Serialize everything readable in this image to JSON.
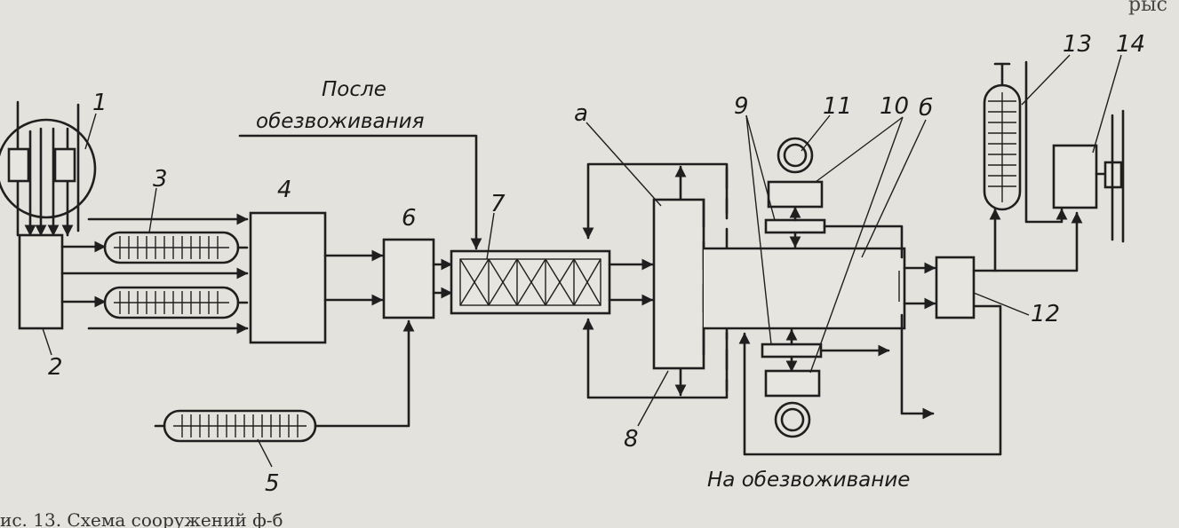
{
  "labels": {
    "n1": "1",
    "n2": "2",
    "n3": "3",
    "n4": "4",
    "n5": "5",
    "n6": "6",
    "n7": "7",
    "n8": "8",
    "n9": "9",
    "n10": "10",
    "n11": "11",
    "n12": "12",
    "n13": "13",
    "n14": "14",
    "a": "a",
    "b": "б"
  },
  "notes": {
    "after_dewatering_line1": "После",
    "after_dewatering_line2": "обезвоживания",
    "to_dewatering": "На обезвоживание"
  },
  "caption": "ис. 13. Схема сооружений ф-б",
  "corner_text": "рыс"
}
